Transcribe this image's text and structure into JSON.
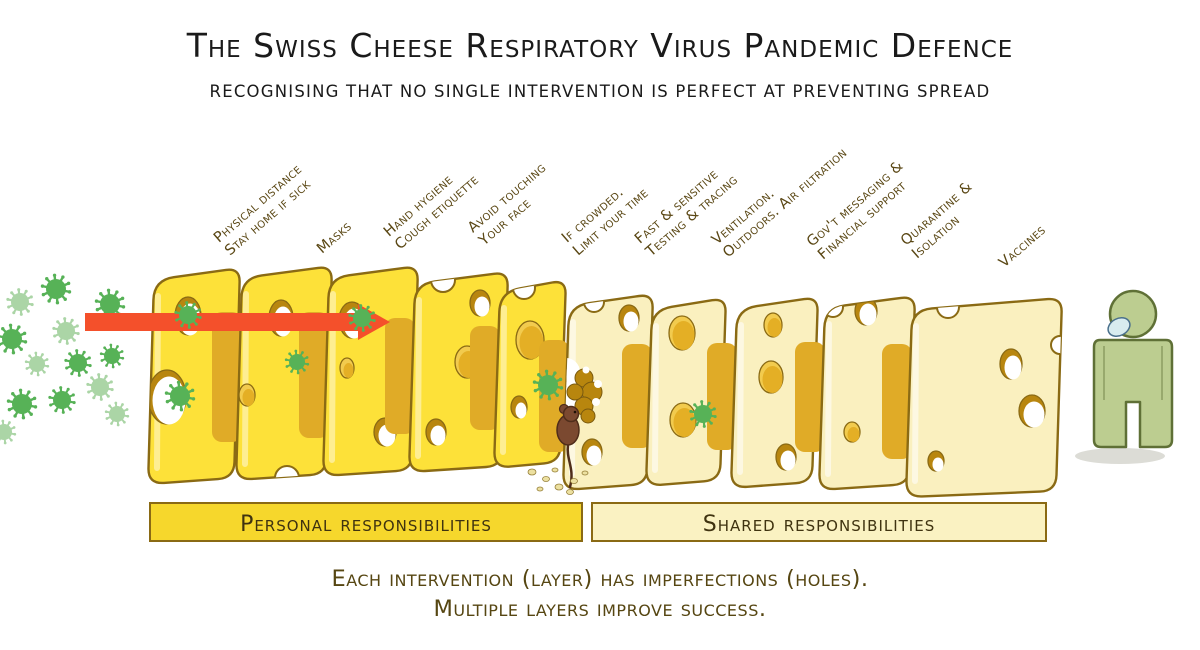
{
  "title": "The Swiss Cheese Respiratory Virus Pandemic Defence",
  "subtitle": "Recognising that no single intervention is perfect at preventing spread",
  "slices": [
    {
      "label_lines": [
        "Physical distance",
        "Stay home if sick"
      ],
      "group": "personal",
      "bitten": false
    },
    {
      "label_lines": [
        "Masks"
      ],
      "group": "personal",
      "bitten": false
    },
    {
      "label_lines": [
        "Hand hygiene",
        "Cough etiquette"
      ],
      "group": "personal",
      "bitten": false
    },
    {
      "label_lines": [
        "Avoid touching",
        "Your face"
      ],
      "group": "personal",
      "bitten": false
    },
    {
      "label_lines": [
        "If crowded.",
        "Limit your time"
      ],
      "group": "personal",
      "bitten": false
    },
    {
      "label_lines": [
        "Fast & sensitive",
        "Testing & tracing"
      ],
      "group": "shared",
      "bitten": true
    },
    {
      "label_lines": [
        "Ventilation.",
        "Outdoors. Air filtration"
      ],
      "group": "shared",
      "bitten": false
    },
    {
      "label_lines": [
        "Gov't messaging &",
        "Financial support"
      ],
      "group": "shared",
      "bitten": false
    },
    {
      "label_lines": [
        "Quarantine &",
        "Isolation"
      ],
      "group": "shared",
      "bitten": false
    },
    {
      "label_lines": [
        "Vaccines"
      ],
      "group": "shared",
      "bitten": false
    }
  ],
  "bars": {
    "personal": "Personal responsibilities",
    "shared": "Shared responsibilities"
  },
  "caption": {
    "line1": "Each intervention (layer) has imperfections (holes).",
    "line2": "Multiple layers improve success."
  },
  "palette": {
    "background": "#ffffff",
    "cheese_bright": "#fde139",
    "cheese_pale": "#faf0bf",
    "cheese_outline": "#8a6a14",
    "cheese_side_shadow": "#e0ab27",
    "hole_dark": "#e4af25",
    "hole_rim": "#b8860f",
    "bite_dark": "#b8860e",
    "arrow": "#f4502b",
    "virus_green": "#57b257",
    "virus_pale_green": "#abd5a6",
    "label_text": "#5a4714",
    "title_text": "#1a1a1a",
    "caption_text": "#564612",
    "bar_personal_fill": "#f6d72c",
    "bar_shared_fill": "#faf2c2",
    "bar_border": "#8a6a14",
    "bar_text": "#3f3310",
    "mouse_brown": "#7b4930",
    "mouse_outline": "#4f2d1a",
    "person_green": "#bccd90",
    "person_outline": "#5f7036",
    "mask_blue": "#d8ecef",
    "shadow_gray": "#dcdcd6"
  }
}
